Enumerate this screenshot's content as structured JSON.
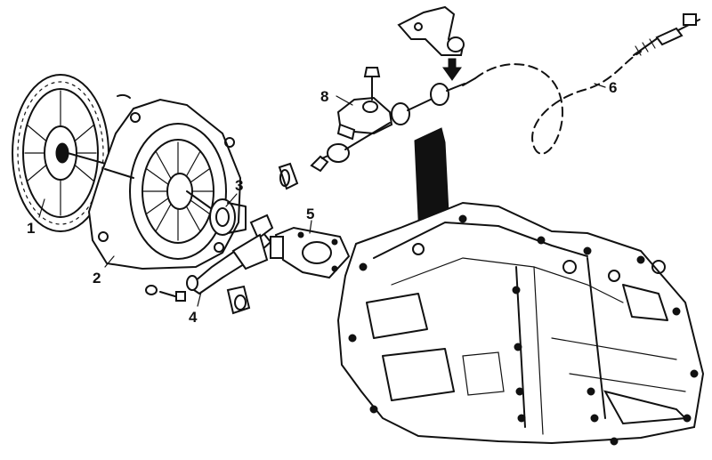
{
  "diagram": {
    "callouts": [
      {
        "id": "1",
        "part": "clutch-disc"
      },
      {
        "id": "2",
        "part": "pressure-plate"
      },
      {
        "id": "3",
        "part": "release-bearing"
      },
      {
        "id": "4",
        "part": "release-fork"
      },
      {
        "id": "5",
        "part": "guide-sleeve"
      },
      {
        "id": "6",
        "part": "clutch-cable"
      },
      {
        "id": "8",
        "part": "cable-bracket"
      }
    ],
    "ink_color": "#111111",
    "background_color": "#ffffff"
  }
}
